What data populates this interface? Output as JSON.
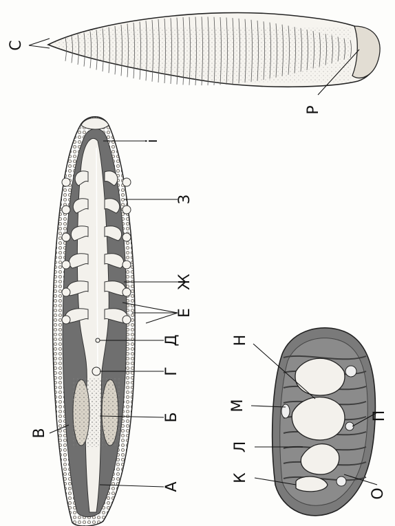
{
  "labels": {
    "A": "А",
    "B": "Б",
    "V": "В",
    "G": "Г",
    "D": "Д",
    "E": "Е",
    "ZH": "Ж",
    "Z": "З",
    "I": "і",
    "K": "К",
    "L": "Л",
    "M": "М",
    "N": "Н",
    "O": "О",
    "P": "П",
    "R": "Р",
    "S": "С"
  }
}
